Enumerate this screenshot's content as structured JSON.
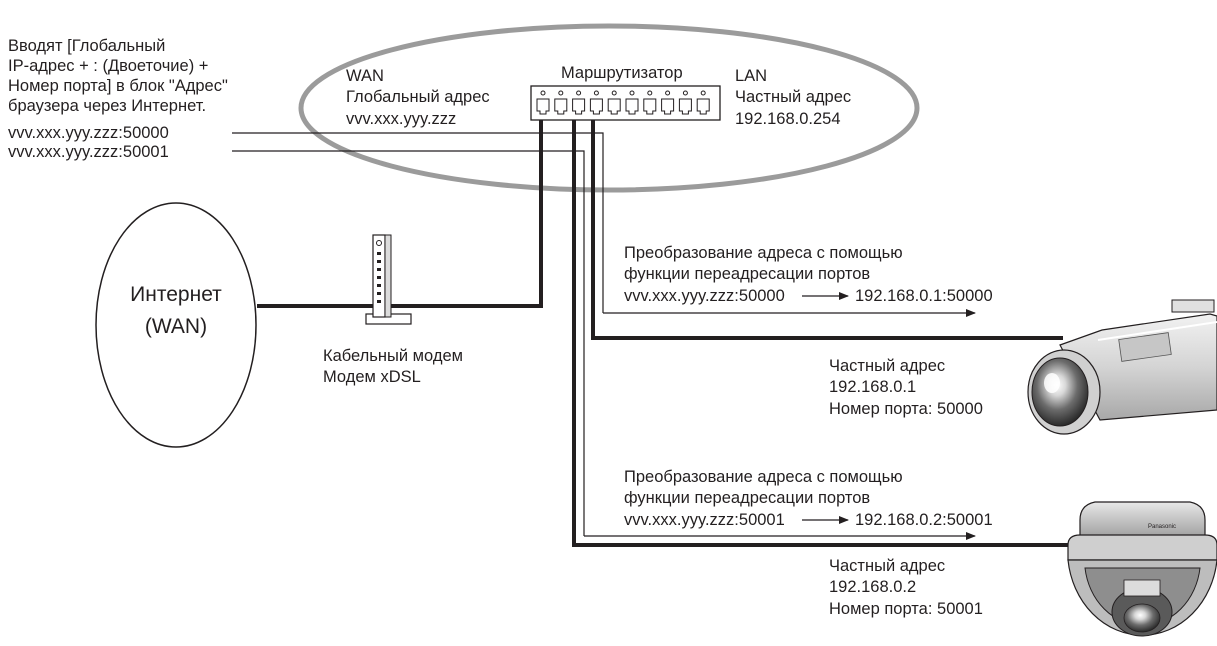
{
  "instruction": {
    "line1": "Вводят [Глобальный",
    "line2": "IP-адрес + : (Двоеточие) +",
    "line3": "Номер порта] в блок \"Адрес\"",
    "line4": "браузера через Интернет.",
    "url1": "vvv.xxx.yyy.zzz:50000",
    "url2": "vvv.xxx.yyy.zzz:50001"
  },
  "router": {
    "name": "Маршрутизатор",
    "wan_title": "WAN",
    "wan_addr_label": "Глобальный адрес",
    "wan_addr_value": "vvv.xxx.yyy.zzz",
    "lan_title": "LAN",
    "lan_addr_label": "Частный адрес",
    "lan_addr_value": "192.168.0.254"
  },
  "internet": {
    "line1": "Интернет",
    "line2": "(WAN)"
  },
  "modem": {
    "line1": "Кабельный модем",
    "line2": "Модем xDSL"
  },
  "forward1": {
    "line1": "Преобразование адреса с помощью",
    "line2": "функции переадресации портов",
    "from": "vvv.xxx.yyy.zzz:50000",
    "to": "192.168.0.1:50000"
  },
  "forward2": {
    "line1": "Преобразование адреса с помощью",
    "line2": "функции переадресации портов",
    "from": "vvv.xxx.yyy.zzz:50001",
    "to": "192.168.0.2:50001"
  },
  "camera1": {
    "addr_label": "Частный адрес",
    "addr_value": "192.168.0.1",
    "port": "Номер порта: 50000"
  },
  "camera2": {
    "addr_label": "Частный адрес",
    "addr_value": "192.168.0.2",
    "port": "Номер порта: 50001",
    "brand": "Panasonic"
  },
  "colors": {
    "ink": "#231f20",
    "router_ring": "#9b9b9b"
  },
  "icons": [
    "router-icon",
    "modem-icon",
    "box-camera-icon",
    "dome-camera-icon",
    "arrow-right-icon"
  ]
}
